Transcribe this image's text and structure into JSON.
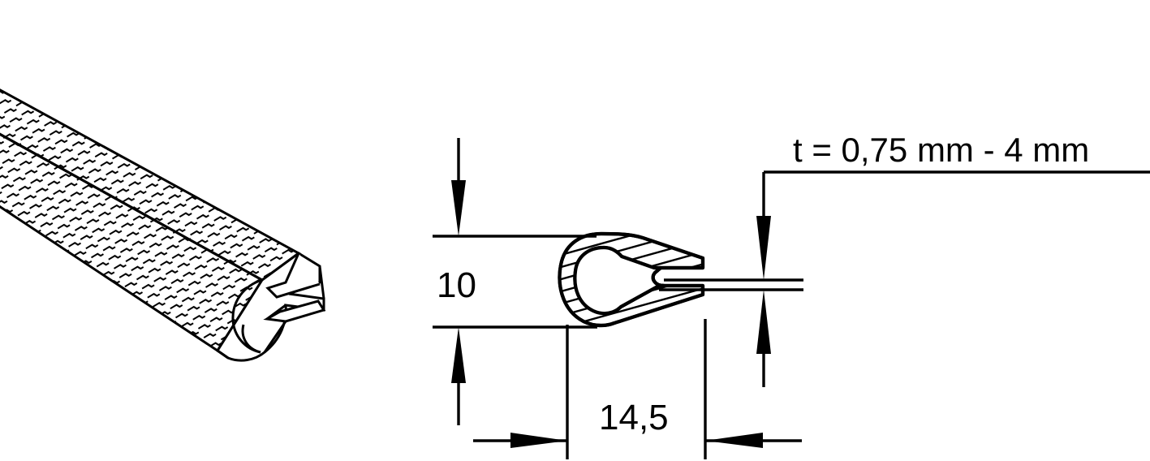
{
  "drawing": {
    "title": "Edge protection profile technical drawing",
    "background_color": "#ffffff",
    "line_color": "#000000",
    "views": [
      {
        "name": "isometric-view",
        "description": "3D isometric view of textured edge protection profile strip"
      },
      {
        "name": "cross-section-view",
        "description": "Hatched cross-section of C-shaped clamping profile"
      }
    ]
  },
  "dimensions": {
    "height": {
      "name": "height-dimension",
      "value": "10",
      "unit": "mm",
      "orientation": "vertical",
      "position": "left-of-section"
    },
    "width": {
      "name": "width-dimension",
      "value": "14,5",
      "unit": "mm",
      "orientation": "horizontal",
      "position": "below-section"
    },
    "thickness": {
      "name": "clamping-thickness-note",
      "value": "t = 0,75 mm - 4 mm",
      "orientation": "horizontal",
      "position": "top-right"
    }
  },
  "colors": {
    "stroke": "#000000",
    "fill": "#ffffff",
    "hatch": "#000000"
  }
}
